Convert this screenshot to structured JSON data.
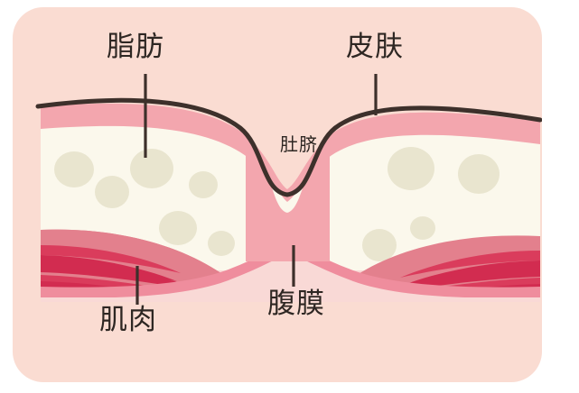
{
  "figure": {
    "title_type": "anatomical-cross-section",
    "subject": "abdominal wall cross-section with navel",
    "background_color": "#ffffff",
    "card_color": "#fadcd2"
  },
  "labels": {
    "fat": "脂肪",
    "skin": "皮肤",
    "navel": "肚脐",
    "muscle": "肌肉",
    "peritoneum": "腹膜"
  },
  "layers": {
    "skin_outline": {
      "name": "skin-outline",
      "color": "#3d302b"
    },
    "dermis": {
      "name": "dermis-layer",
      "color": "#f3a6ae"
    },
    "fat": {
      "name": "fat-layer",
      "color": "#fbf8ec"
    },
    "fat_cells": {
      "name": "fat-cell",
      "color": "#e9e5cf"
    },
    "muscle": {
      "name": "muscle-layer",
      "color": "#e3808d"
    },
    "muscle_fiber": {
      "name": "muscle-fiber",
      "color": "#da3c5c"
    },
    "muscle_fiber_dark": {
      "name": "muscle-fiber-dark",
      "color": "#d22c50"
    },
    "peritoneum": {
      "name": "peritoneum-band",
      "color": "#ef8d9d"
    },
    "cavity": {
      "name": "abdominal-cavity",
      "color": "#f9d9d6"
    }
  },
  "leader_lines": {
    "color": "#3d302b"
  }
}
